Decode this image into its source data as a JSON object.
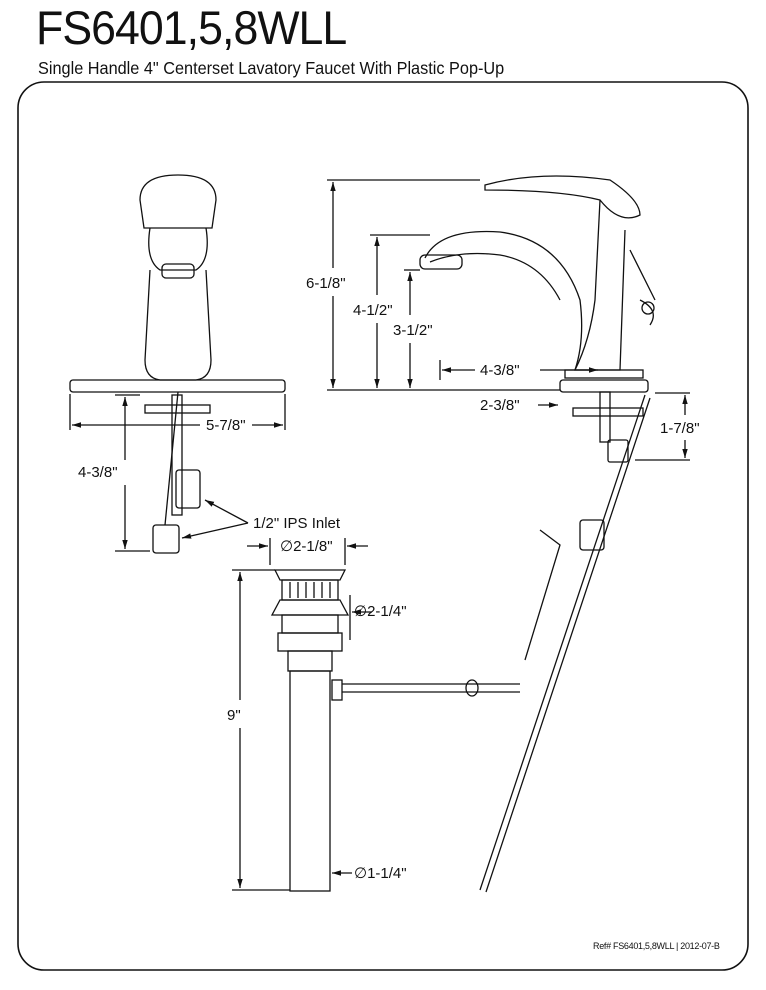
{
  "header": {
    "title": "FS6401,5,8WLL",
    "subtitle": "Single Handle 4\" Centerset Lavatory Faucet With Plastic Pop-Up"
  },
  "dimensions": {
    "plate_width": "5-7/8\"",
    "shank_length": "4-3/8\"",
    "overall_height": "6-1/8\"",
    "spout_height": "4-1/2\"",
    "spout_clearance": "3-1/2\"",
    "spout_reach": "4-3/8\"",
    "base_offset": "2-3/8\"",
    "lift_rod": "1-7/8\"",
    "inlet": "1/2\" IPS Inlet",
    "flange_diameter": "∅2-1/8\"",
    "drain_height": "9\"",
    "nut_diameter": "∅2-1/4\"",
    "tailpiece_diameter": "∅1-1/4\""
  },
  "footer": {
    "ref": "Ref# FS6401,5,8WLL | 2012-07-B"
  }
}
